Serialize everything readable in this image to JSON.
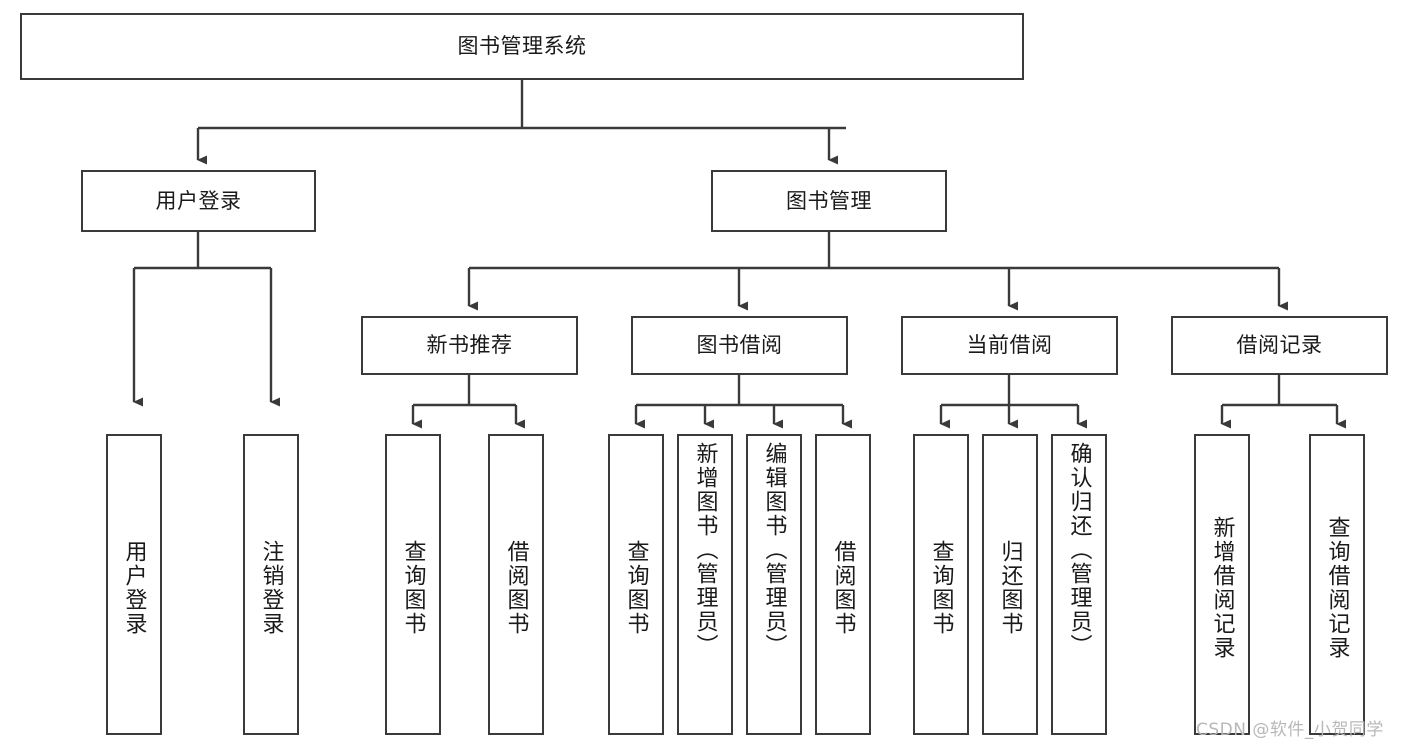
{
  "diagram": {
    "title": "图书管理系统",
    "type": "tree",
    "levels": 4,
    "root": {
      "id": "root",
      "label": "图书管理系统"
    },
    "level2": [
      {
        "id": "user-login",
        "label": "用户登录"
      },
      {
        "id": "book-manage",
        "label": "图书管理"
      }
    ],
    "level3": [
      {
        "id": "new-book-rec",
        "label": "新书推荐",
        "parent": "book-manage"
      },
      {
        "id": "book-borrow",
        "label": "图书借阅",
        "parent": "book-manage"
      },
      {
        "id": "current-borrow",
        "label": "当前借阅",
        "parent": "book-manage"
      },
      {
        "id": "borrow-record",
        "label": "借阅记录",
        "parent": "book-manage"
      }
    ],
    "leaves": [
      {
        "id": "leaf-user-login",
        "label": "用户登录",
        "parent": "user-login"
      },
      {
        "id": "leaf-logout",
        "label": "注销登录",
        "parent": "user-login"
      },
      {
        "id": "leaf-query-book-1",
        "label": "查询图书",
        "parent": "new-book-rec"
      },
      {
        "id": "leaf-borrow-book-1",
        "label": "借阅图书",
        "parent": "new-book-rec"
      },
      {
        "id": "leaf-query-book-2",
        "label": "查询图书",
        "parent": "book-borrow"
      },
      {
        "id": "leaf-add-book",
        "label": "新增图书（管理员）",
        "parent": "book-borrow"
      },
      {
        "id": "leaf-edit-book",
        "label": "编辑图书（管理员）",
        "parent": "book-borrow"
      },
      {
        "id": "leaf-borrow-book-2",
        "label": "借阅图书",
        "parent": "book-borrow"
      },
      {
        "id": "leaf-query-book-3",
        "label": "查询图书",
        "parent": "current-borrow"
      },
      {
        "id": "leaf-return-book",
        "label": "归还图书",
        "parent": "current-borrow"
      },
      {
        "id": "leaf-confirm-return",
        "label": "确认归还（管理员）",
        "parent": "current-borrow"
      },
      {
        "id": "leaf-add-record",
        "label": "新增借阅记录",
        "parent": "borrow-record"
      },
      {
        "id": "leaf-query-record",
        "label": "查询借阅记录",
        "parent": "borrow-record"
      }
    ],
    "colors": {
      "stroke": "#3a3a3a",
      "text": "#1a1a1a",
      "background": "#ffffff",
      "watermark": "#b8b8b8"
    }
  },
  "watermark": {
    "text": "CSDN @软件_小贺同学"
  }
}
